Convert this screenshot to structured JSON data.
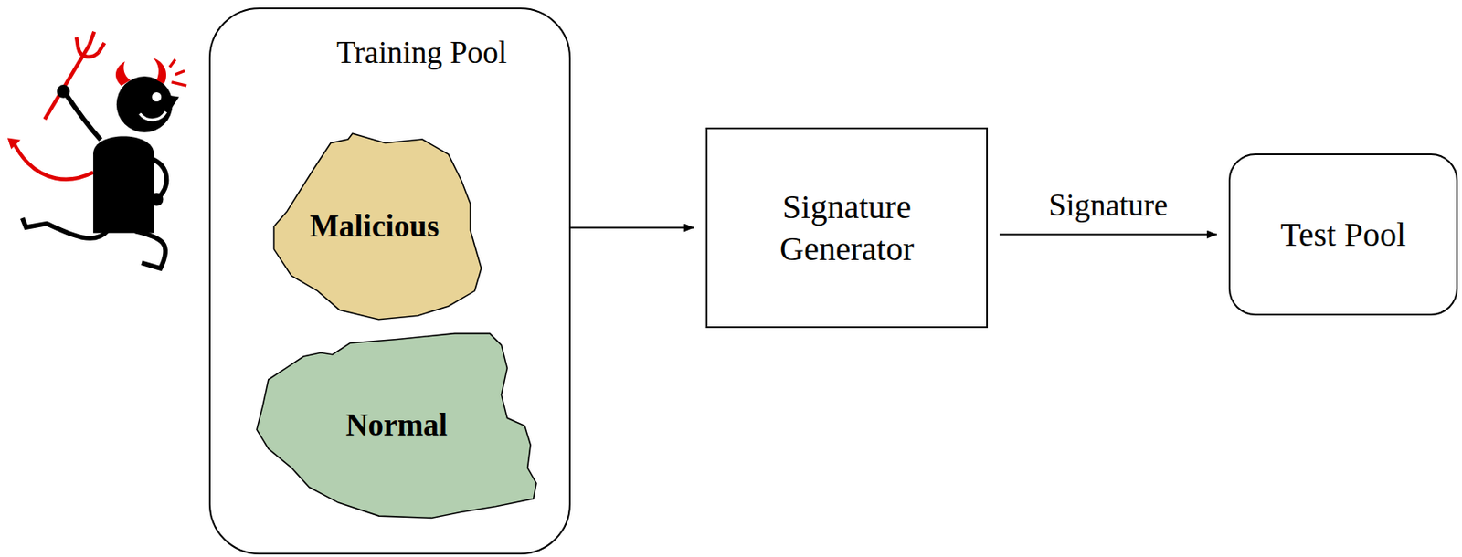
{
  "diagram": {
    "nodes": [
      {
        "text": [
          "Training Pool"
        ]
      },
      {
        "text": [
          "Malicious"
        ],
        "in": 0
      },
      {
        "text": [
          "Normal"
        ],
        "in": 0
      },
      {
        "text": [
          "Signature Generator"
        ]
      },
      {
        "text": [
          "Test Pool"
        ]
      }
    ],
    "edges": [
      {
        "from": 0,
        "to": 3,
        "arrow": "to"
      },
      {
        "from": 3,
        "to": 4,
        "label": "Signature",
        "arrow": "to"
      }
    ]
  }
}
